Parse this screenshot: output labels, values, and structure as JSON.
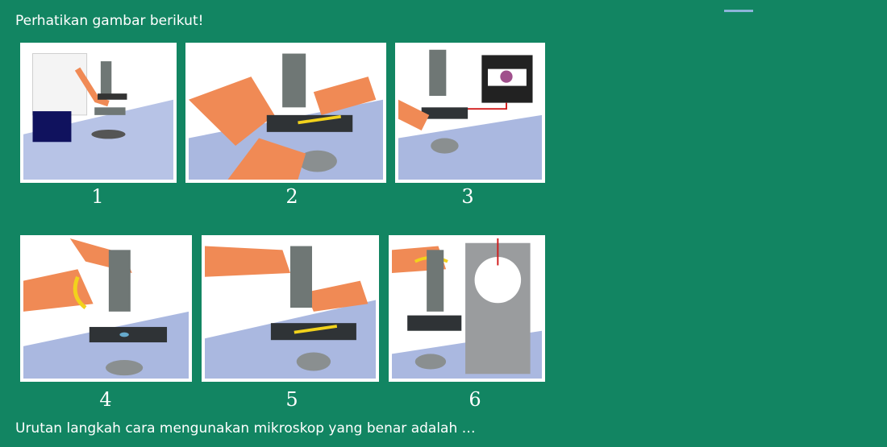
{
  "title": "Perhatikan gambar berikut!",
  "question": "Urutan langkah  cara mengunakan mikroskop yang benar adalah …",
  "steps": [
    {
      "number": "1"
    },
    {
      "number": "2"
    },
    {
      "number": "3"
    },
    {
      "number": "4"
    },
    {
      "number": "5"
    },
    {
      "number": "6"
    }
  ],
  "colors": {
    "background": "#128562",
    "table": "#aab8e0",
    "skin": "#f08a55",
    "microscope": "#6f7775"
  }
}
